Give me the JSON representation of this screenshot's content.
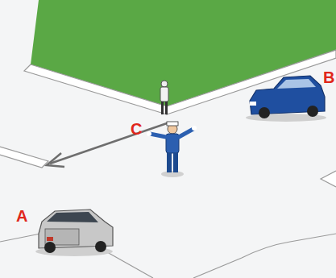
{
  "diagram": {
    "labels": [
      "A",
      "B",
      "C"
    ]
  }
}
